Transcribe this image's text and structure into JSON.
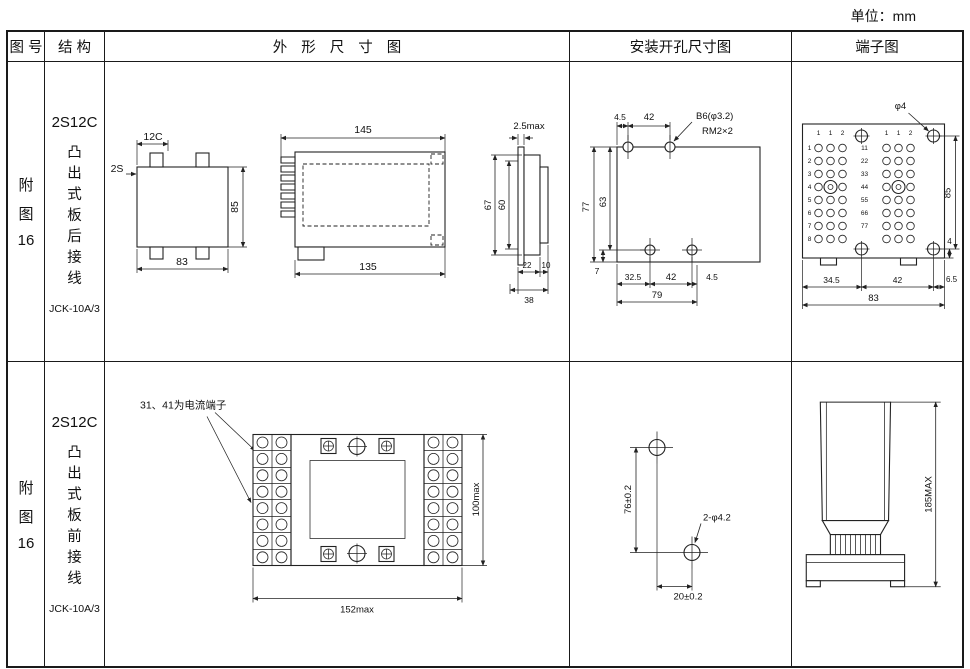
{
  "page": {
    "unit_label": "单位：mm"
  },
  "headers": {
    "fig_no": "图 号",
    "structure": "结 构",
    "outline": "外 形 尺 寸 图",
    "mounting": "安装开孔尺寸图",
    "terminal": "端子图"
  },
  "row1": {
    "fig_chars": [
      "附",
      "图",
      "16"
    ],
    "structure": {
      "model": "2S12C",
      "type_chars": [
        "凸",
        "出",
        "式",
        "板",
        "后",
        "接",
        "线"
      ],
      "code": "JCK-10A/3"
    },
    "outline": {
      "front": {
        "dim_top": "12C",
        "dim_left": "2S",
        "dim_height": "85",
        "dim_width": "83"
      },
      "side": {
        "dim_top": "145",
        "dim_bottom": "135"
      },
      "profile": {
        "dim_top": "2.5max",
        "dim_h1": "67",
        "dim_h2": "60",
        "dim_w1": "22",
        "dim_w2": "10",
        "dim_w3": "38"
      }
    },
    "mounting": {
      "dim_top1": "4.5",
      "dim_top2": "42",
      "hole_label": "B6(φ3.2)",
      "thread_label": "RM2×2",
      "dim_left1": "77",
      "dim_left2": "63",
      "dim_bl": "7",
      "dim_bottom1": "32.5",
      "dim_bottom2": "42",
      "dim_bottom3": "4.5",
      "dim_bottom_total": "79"
    },
    "terminal": {
      "hole_label": "φ4",
      "dim_right": "85",
      "dim_right_small": "4",
      "dim_right_bottom": "6.5",
      "dim_bottom1": "34.5",
      "dim_bottom2": "42",
      "dim_bottom_total": "83",
      "col_headers_left": [
        "1",
        "1",
        "2"
      ],
      "col_headers_right": [
        "1",
        "1",
        "2"
      ],
      "row_numbers": [
        "1",
        "2",
        "3",
        "4",
        "5",
        "6",
        "7",
        "8"
      ],
      "mid_numbers": [
        "11",
        "22",
        "33",
        "44",
        "55",
        "66",
        "77"
      ]
    }
  },
  "row2": {
    "fig_chars": [
      "附",
      "图",
      "16"
    ],
    "structure": {
      "model": "2S12C",
      "type_chars": [
        "凸",
        "出",
        "式",
        "板",
        "前",
        "接",
        "线"
      ],
      "code": "JCK-10A/3"
    },
    "outline": {
      "note": "31、41为电流端子",
      "dim_height": "100max",
      "dim_width": "152max"
    },
    "mounting": {
      "dim_vertical": "76±0.2",
      "hole_label": "2-φ4.2",
      "dim_horizontal": "20±0.2"
    },
    "terminal": {
      "dim_height": "185MAX"
    }
  }
}
